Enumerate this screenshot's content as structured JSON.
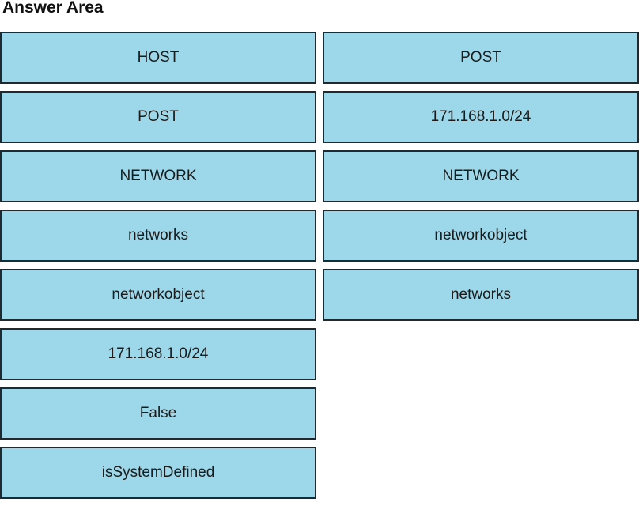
{
  "title": "Answer Area",
  "left_items": [
    "HOST",
    "POST",
    "NETWORK",
    "networks",
    "networkobject",
    "171.168.1.0/24",
    "False",
    "isSystemDefined"
  ],
  "right_items": [
    "POST",
    "171.168.1.0/24",
    "NETWORK",
    "networkobject",
    "networks"
  ],
  "colors": {
    "box_fill": "#9dd8ea",
    "box_border": "#1f2a30"
  }
}
